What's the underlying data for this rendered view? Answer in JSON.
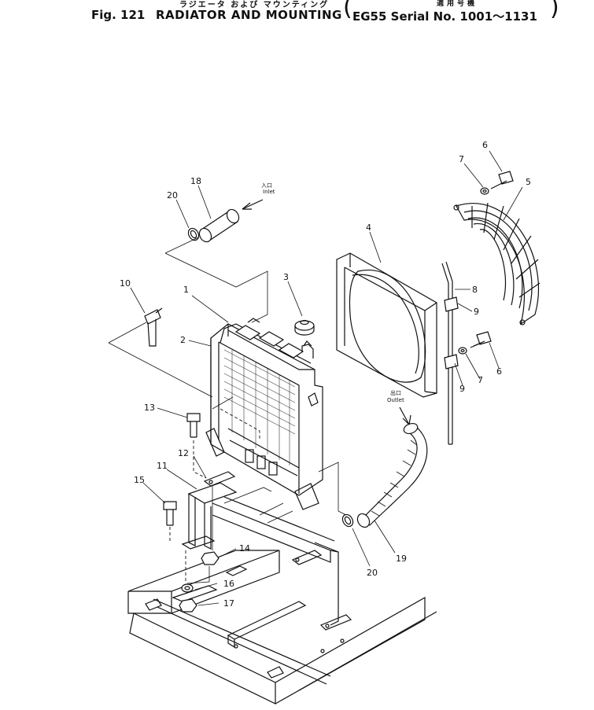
{
  "header": {
    "jp_title": "ラジエータ および マウンティング",
    "fig_label": "Fig. 121",
    "title": "RADIATOR AND MOUNTING",
    "serial_jp": "適用号機",
    "serial_text": "EG55 Serial No. 1001～1131"
  },
  "annotations": {
    "inlet_jp": "入口",
    "inlet": "Inlet",
    "outlet_jp": "出口",
    "outlet": "Outlet"
  },
  "callouts": [
    "1",
    "2",
    "3",
    "4",
    "5",
    "6",
    "6",
    "7",
    "7",
    "8",
    "9",
    "9",
    "10",
    "11",
    "12",
    "13",
    "14",
    "15",
    "16",
    "17",
    "18",
    "19",
    "20",
    "20"
  ]
}
